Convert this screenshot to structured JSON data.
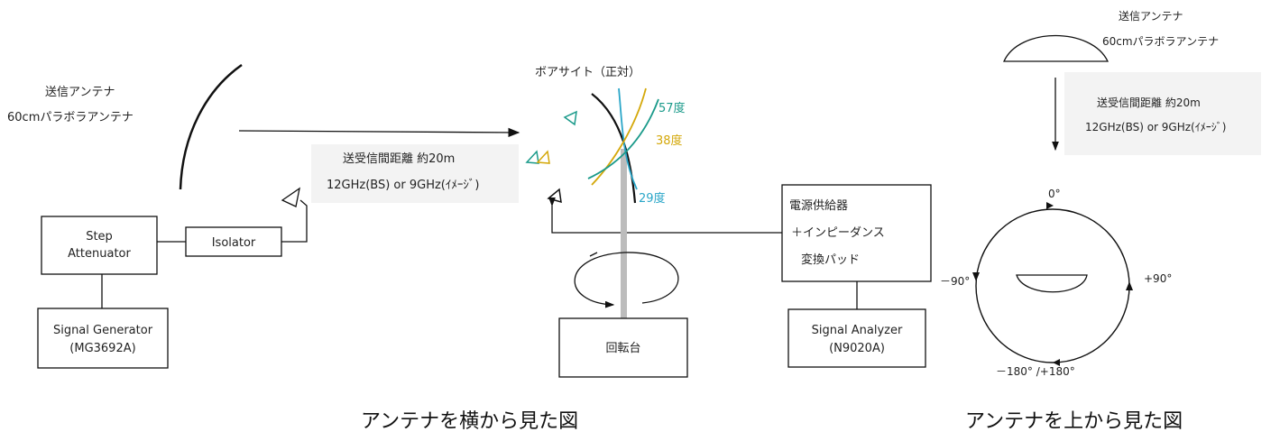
{
  "side_view": {
    "tx_antenna_label": "送信アンテナ",
    "tx_antenna_model": "60cmパラボラアンテナ",
    "boresight_label": "ボアサイト（正対）",
    "distance_line1": "送受信間距離 約20m",
    "distance_line2": "12GHz(BS) or 9GHz(ｲﾒｰｼﾞ)",
    "angle_57": "57度",
    "angle_38": "38度",
    "angle_29": "29度",
    "step_attenuator_line1": "Step",
    "step_attenuator_line2": "Attenuator",
    "isolator": "Isolator",
    "signal_generator_line1": "Signal Generator",
    "signal_generator_line2": "(MG3692A)",
    "turntable": "回転台",
    "power_supply_line1": "電源供給器",
    "power_supply_line2": "＋インピーダンス",
    "power_supply_line3": "変換パッド",
    "signal_analyzer_line1": "Signal Analyzer",
    "signal_analyzer_line2": "(N9020A)",
    "caption": "アンテナを横から見た図"
  },
  "top_view": {
    "tx_antenna_label": "送信アンテナ",
    "tx_antenna_model": "60cmパラボラアンテナ",
    "distance_line1": "送受信間距離 約20m",
    "distance_line2": "12GHz(BS) or 9GHz(ｲﾒｰｼﾞ)",
    "angle_0": "0°",
    "angle_plus90": "+90°",
    "angle_minus90": "－90°",
    "angle_180": "－180°  /+180°",
    "caption": "アンテナを上から見た図"
  },
  "colors": {
    "teal": "#1a9a8a",
    "gold": "#d4a80a",
    "blue": "#2aa6c8",
    "black": "#111111",
    "turntable_pole": "#bcbcbc"
  }
}
